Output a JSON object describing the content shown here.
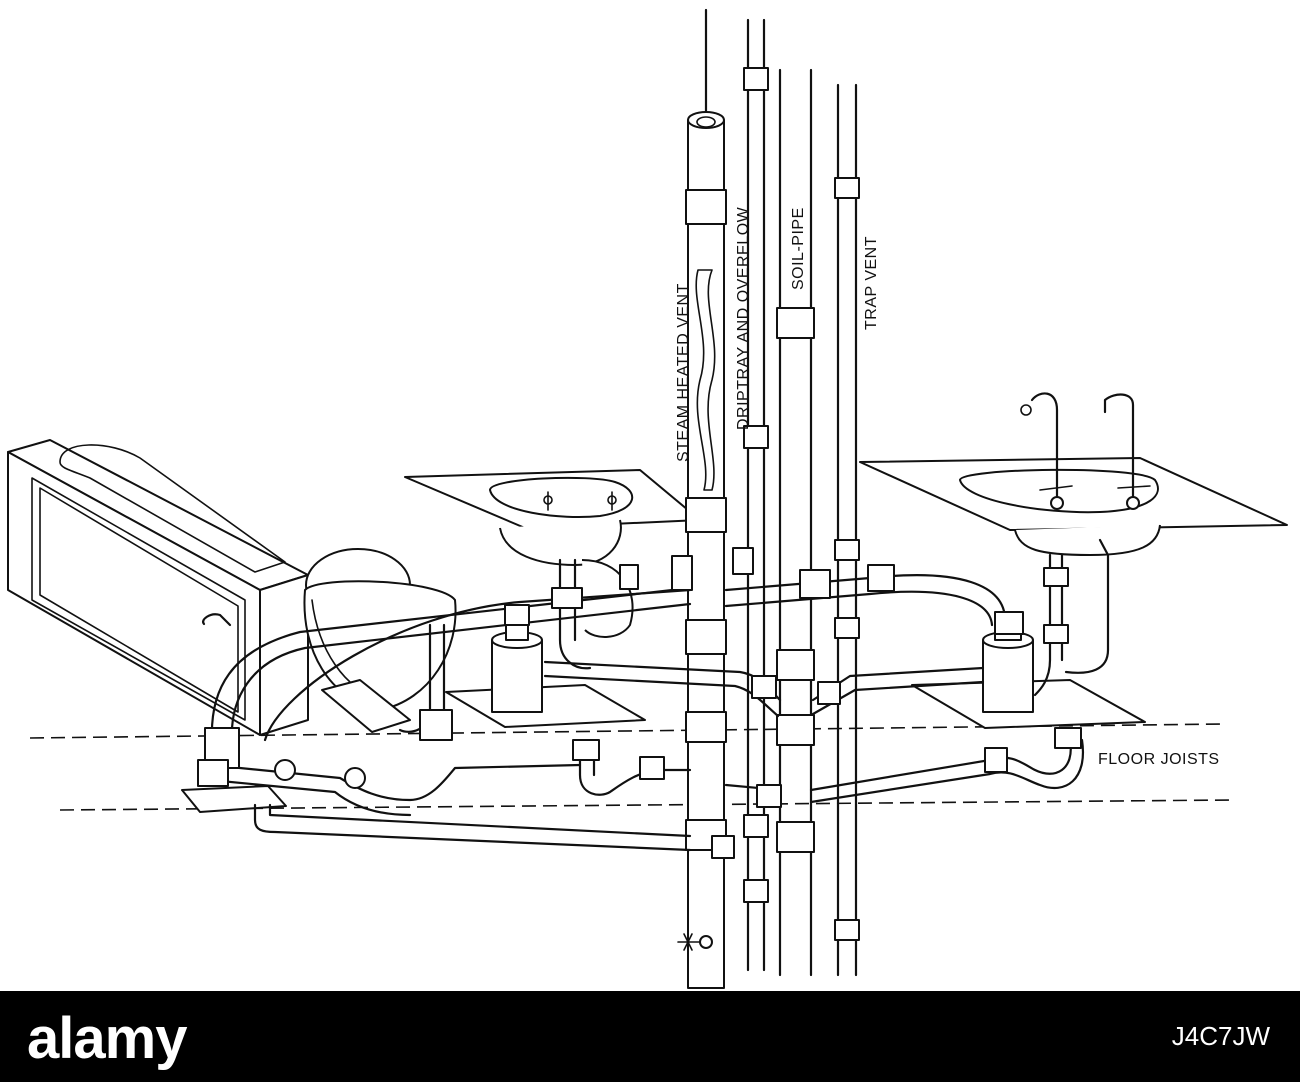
{
  "labels": {
    "steam_heated_vent": "STEAM HEATED VENT",
    "driptray_overflow": "DRIPTRAY AND OVERFLOW",
    "soil_pipe": "SOIL-PIPE",
    "trap_vent": "TRAP VENT",
    "floor_joists": "FLOOR JOISTS"
  },
  "watermark": {
    "logo": "alamy",
    "image_code": "J4C7JW"
  }
}
